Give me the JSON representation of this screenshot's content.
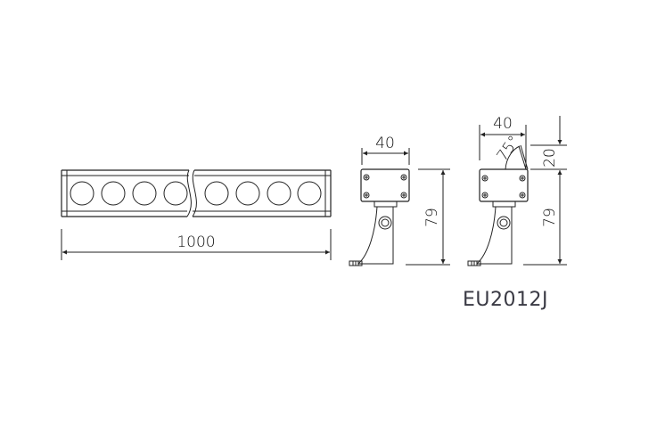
{
  "product": {
    "model": "EU2012J"
  },
  "front_view": {
    "length_label": "1000",
    "led_count": 8
  },
  "side_view_fixed": {
    "width_label": "40",
    "height_label": "79"
  },
  "side_view_tilted": {
    "width_label": "40",
    "tilt_height_label": "20",
    "height_label": "79",
    "angle_label": "75°"
  },
  "colors": {
    "line": "#222222",
    "label": "#3a3a44",
    "background": "#ffffff"
  }
}
